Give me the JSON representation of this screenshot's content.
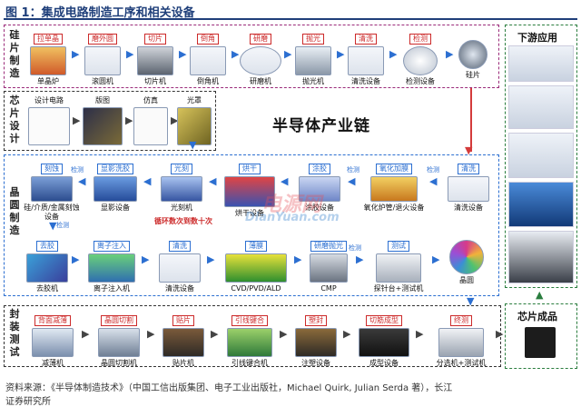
{
  "title": "图 1：集成电路制造工序和相关设备",
  "sections": {
    "wafer_make": "硅片制造",
    "chip_design": "芯片设计",
    "wafer_fab": "晶圆制造",
    "packaging": "封装测试"
  },
  "row1": [
    {
      "tag": "拉单晶",
      "cap": "单晶炉"
    },
    {
      "tag": "磨外圆",
      "cap": "滚圆机"
    },
    {
      "tag": "切片",
      "cap": "切片机"
    },
    {
      "tag": "倒角",
      "cap": "倒角机"
    },
    {
      "tag": "研磨",
      "cap": "研磨机"
    },
    {
      "tag": "抛光",
      "cap": "抛光机"
    },
    {
      "tag": "清洗",
      "cap": "清洗设备"
    },
    {
      "tag": "检测",
      "cap": "检测设备"
    },
    {
      "tag": "",
      "cap": "硅片"
    }
  ],
  "row2": [
    {
      "tag": "设计电路"
    },
    {
      "tag": "版图"
    },
    {
      "tag": "仿真"
    },
    {
      "tag": "光罩"
    }
  ],
  "chain_text": "半导体产业链",
  "row3": [
    {
      "tag": "刻蚀",
      "cap": "硅/介质/金属刻蚀设备"
    },
    {
      "tag": "显影洗胶",
      "cap": "显影设备"
    },
    {
      "tag": "光刻",
      "cap": "光刻机"
    },
    {
      "tag": "烘干",
      "cap": "烘干设备"
    },
    {
      "tag": "涂胶",
      "cap": "涂胶设备"
    },
    {
      "tag": "氧化加膜",
      "cap": "氧化炉管/退火设备"
    },
    {
      "tag": "清洗",
      "cap": "清洗设备"
    }
  ],
  "row4": [
    {
      "tag": "去胶",
      "cap": "去胶机"
    },
    {
      "tag": "离子注入",
      "cap": "离子注入机"
    },
    {
      "tag": "清洗",
      "cap": "清洗设备"
    },
    {
      "tag": "薄膜",
      "cap": "CVD/PVD/ALD"
    },
    {
      "tag": "研磨抛光",
      "cap": "CMP"
    },
    {
      "tag": "测试",
      "cap": "探针台+测试机"
    },
    {
      "tag": "",
      "cap": "晶圆"
    }
  ],
  "row5": [
    {
      "tag": "背面减薄",
      "cap": "减薄机"
    },
    {
      "tag": "晶圆切割",
      "cap": "晶圆切割机"
    },
    {
      "tag": "贴片",
      "cap": "贴片机"
    },
    {
      "tag": "引线键合",
      "cap": "引线键合机"
    },
    {
      "tag": "塑封",
      "cap": "注塑设备"
    },
    {
      "tag": "切筋成型",
      "cap": "成型设备"
    },
    {
      "tag": "终测",
      "cap": "分选机+测试机"
    }
  ],
  "detect_label": "检测",
  "loop_note": "循环数次到数十次",
  "downstream_title": "下游应用",
  "chip_product": "芯片成品",
  "watermark": "电源网",
  "watermark_url": "DianYuan.com",
  "source_line1": "资料来源：《半导体制造技术》（中国工信出版集团、电子工业出版社，Michael Quirk, Julian Serda 著），长江",
  "source_line2": "证券研究所"
}
